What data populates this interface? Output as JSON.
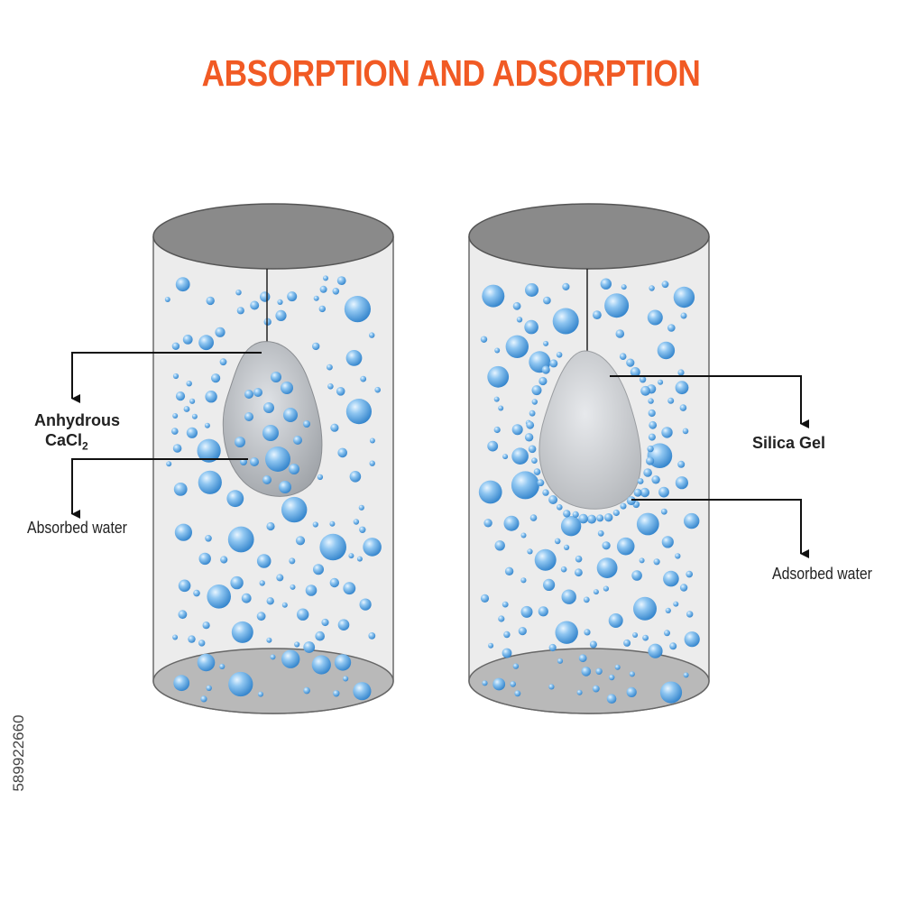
{
  "title": "ABSORPTION AND ADSORPTION",
  "labels": {
    "anhydrous_line1": "Anhydrous",
    "anhydrous_line2": "CaCl",
    "anhydrous_subscript": "2",
    "absorbed_water": "Absorbed water",
    "silica_gel": "Silica Gel",
    "adsorbed_water": "Adsorbed water"
  },
  "watermark_id": "589922660",
  "colors": {
    "title": "#f15a24",
    "bubble": "#3d8fd6",
    "cylinder_body": "#ebebeb",
    "cylinder_ends": "#8a8a8a",
    "particle": "#a8abaf"
  }
}
